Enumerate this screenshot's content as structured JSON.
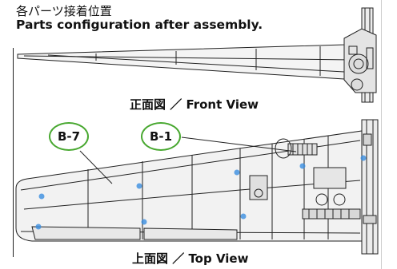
{
  "heading": {
    "japanese": "各パーツ接着位置",
    "english": "Parts configuration after assembly."
  },
  "views": {
    "front_label": "正面図 ／ Front View",
    "top_label": "上面図 ／ Top View"
  },
  "callouts": [
    {
      "part": "B-7"
    },
    {
      "part": "B-1"
    }
  ],
  "colors": {
    "callout_ring": "#48a830",
    "glue_mark": "#3a8de0",
    "line_art": "#222222"
  }
}
